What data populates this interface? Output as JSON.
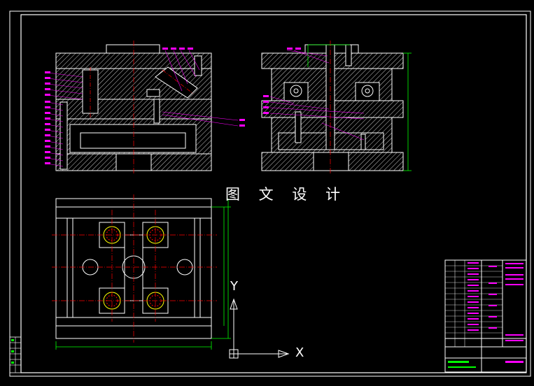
{
  "watermark": "图 文 设 计",
  "ucs": {
    "y_label": "Y",
    "x_label": "X"
  },
  "colors": {
    "background": "#000000",
    "outline": "#ffffff",
    "center_line": "#ff0000",
    "dimension": "#00ff00",
    "leader": "#ff00ff",
    "hole": "#ffff00",
    "hatch": "#ffffff",
    "title_block_text": "#ff00ff",
    "title_block_lines": "#ffffff"
  },
  "views": {
    "front_section": "front-section-view",
    "side_section": "side-section-view",
    "plan": "plan-view"
  }
}
